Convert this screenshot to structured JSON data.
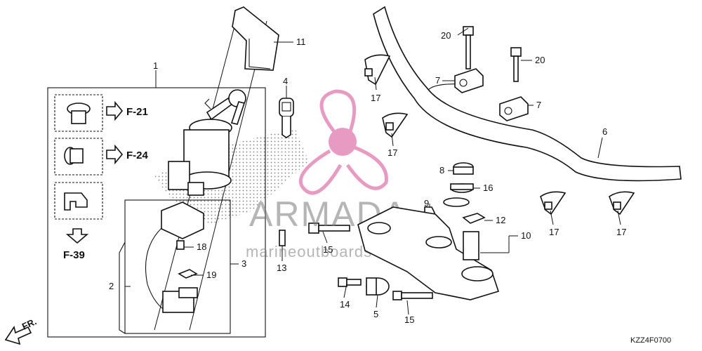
{
  "diagram": {
    "code": "KZZ4F0700",
    "front_marker": "FR.",
    "refs": [
      {
        "id": "F-21",
        "label": "F-21"
      },
      {
        "id": "F-24",
        "label": "F-24"
      },
      {
        "id": "F-39",
        "label": "F-39"
      }
    ],
    "callouts": {
      "c1": "1",
      "c2": "2",
      "c3": "3",
      "c4": "4",
      "c5": "5",
      "c6": "6",
      "c7a": "7",
      "c7b": "7",
      "c8": "8",
      "c9": "9",
      "c10": "10",
      "c11": "11",
      "c12": "12",
      "c13": "13",
      "c14": "14",
      "c15a": "15",
      "c15b": "15",
      "c16": "16",
      "c17a": "17",
      "c17b": "17",
      "c17c": "17",
      "c17d": "17",
      "c18": "18",
      "c19": "19",
      "c20a": "20",
      "c20b": "20"
    }
  },
  "watermark": {
    "brand": "ARMADA",
    "tagline": "marineoutboards",
    "colors": {
      "logo": "#e79bc3",
      "text": "#7a7a7a"
    }
  }
}
